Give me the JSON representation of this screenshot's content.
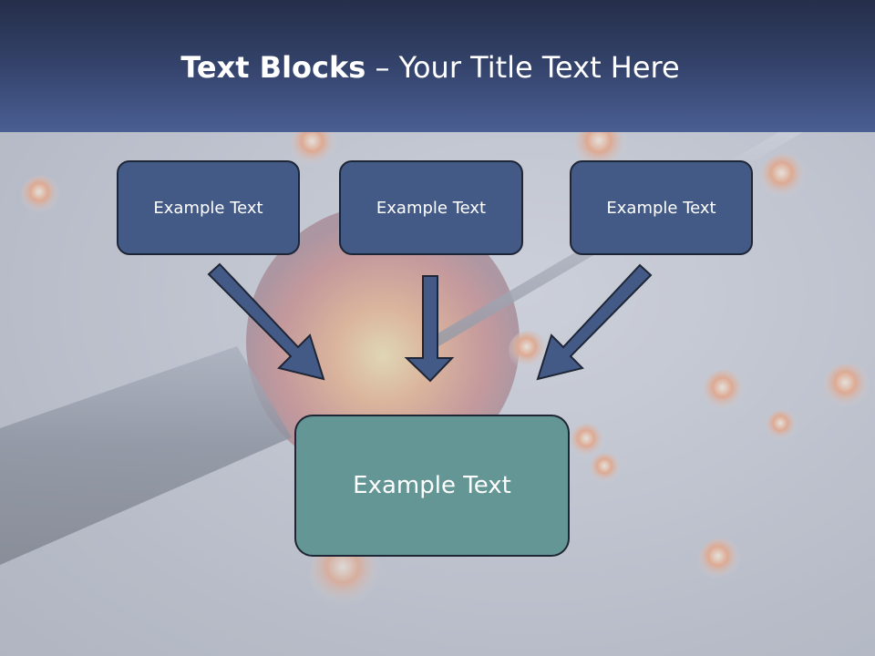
{
  "title": {
    "bold": "Text Blocks",
    "separator": " – ",
    "rest": "Your Title Text Here"
  },
  "blocks": {
    "top": [
      {
        "label": "Example Text"
      },
      {
        "label": "Example Text"
      },
      {
        "label": "Example Text"
      }
    ],
    "bottom": {
      "label": "Example Text"
    }
  },
  "colors": {
    "header_top": "#252f4a",
    "header_bottom": "#4a5f93",
    "block_fill": "#445a86",
    "block_main_fill": "#639694",
    "block_border": "#1e2535",
    "arrow_fill": "#445a86"
  },
  "icons": {
    "arrows": [
      "arrow-down-right-icon",
      "arrow-down-icon",
      "arrow-down-left-icon"
    ]
  }
}
